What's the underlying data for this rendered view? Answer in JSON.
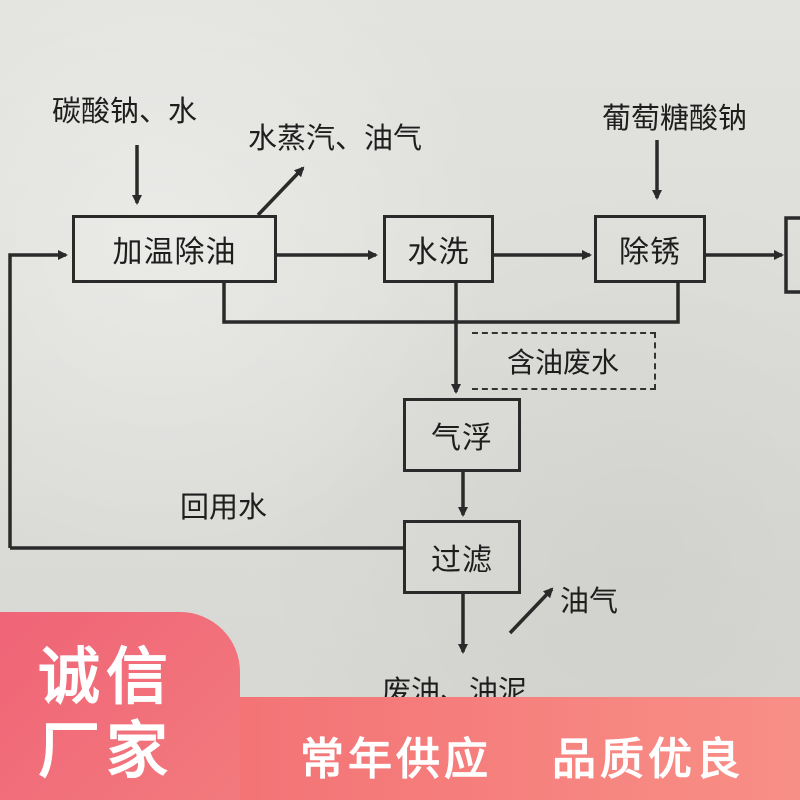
{
  "process": {
    "inputs": {
      "soda_water": "碳酸钠、水",
      "gluconate": "葡萄糖酸钠"
    },
    "outputs": {
      "steam_oil_vapor": "水蒸汽、油气",
      "oil_vapor": "油气",
      "waste_oil_sludge": "废油、油泥"
    },
    "steps": {
      "heat_degrease": "加温除油",
      "water_wash": "水洗",
      "derust": "除锈",
      "air_flotation": "气浮",
      "filtration": "过滤"
    },
    "oily_wastewater": "含油废水",
    "recycled_water": "回用水"
  },
  "banner": {
    "badge_line1": "诚信",
    "badge_line2": "厂家",
    "slogan_left": "常年供应",
    "slogan_right": "品质优良"
  },
  "colors": {
    "line": "#2a2a2a",
    "banner_pink": "#f36a6f"
  }
}
